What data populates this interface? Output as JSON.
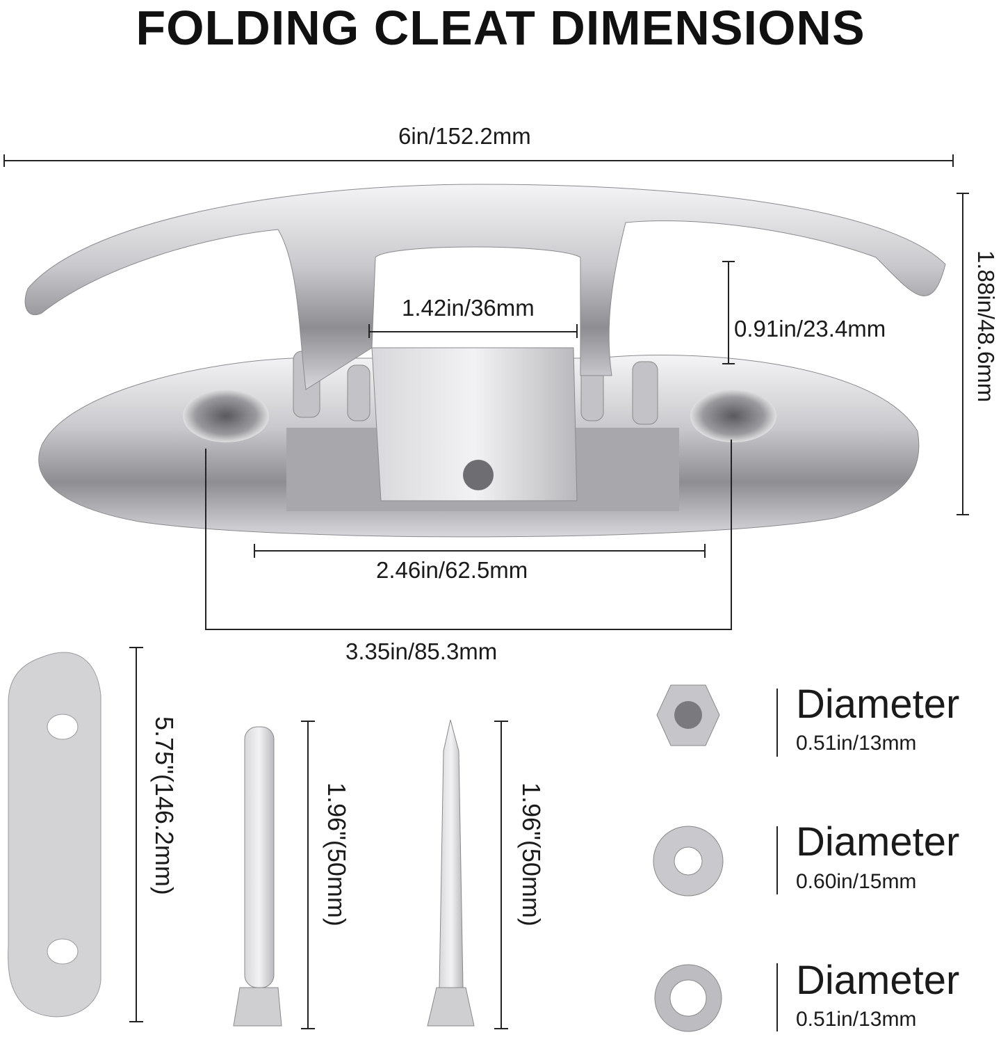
{
  "title": "FOLDING CLEAT DIMENSIONS",
  "cleat": {
    "overall_length": "6in/152.2mm",
    "overall_height": "1.88in/48.6mm",
    "horn_clearance": "0.91in/23.4mm",
    "inner_opening": "1.42in/36mm",
    "base_slot_length": "2.46in/62.5mm",
    "hole_spacing": "3.35in/85.3mm"
  },
  "accessories": {
    "backing_plate_length": "5.75\"(146.2mm)",
    "bolt_length": "1.96\"(50mm)",
    "screw_length": "1.96\"(50mm)",
    "nut": {
      "label": "Diameter",
      "value": "0.51in/13mm"
    },
    "flat_washer": {
      "label": "Diameter",
      "value": "0.60in/15mm"
    },
    "lock_washer": {
      "label": "Diameter",
      "value": "0.51in/13mm"
    }
  }
}
